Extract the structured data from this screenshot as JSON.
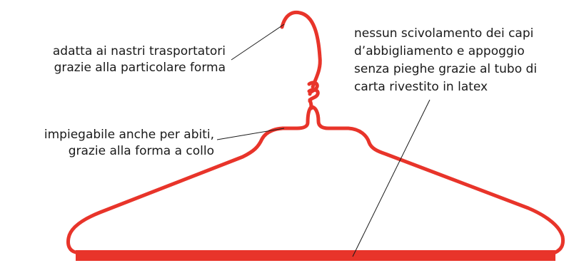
{
  "colors": {
    "hanger": "#e8342a",
    "leader_line": "#1a1a1a",
    "text": "#1a1a1a"
  },
  "annotations": {
    "conveyor": {
      "lines": [
        "adatta ai nastri trasportatori",
        "grazie alla particolare forma"
      ]
    },
    "collar": {
      "lines": [
        "impiegabile anche per abiti,",
        "grazie alla forma a collo"
      ]
    },
    "latex": {
      "lines": [
        "nessun scivolamento dei capi",
        "d’abbigliamento e appoggio",
        "senza pieghe grazie al tubo di",
        "carta rivestito in latex"
      ]
    }
  }
}
